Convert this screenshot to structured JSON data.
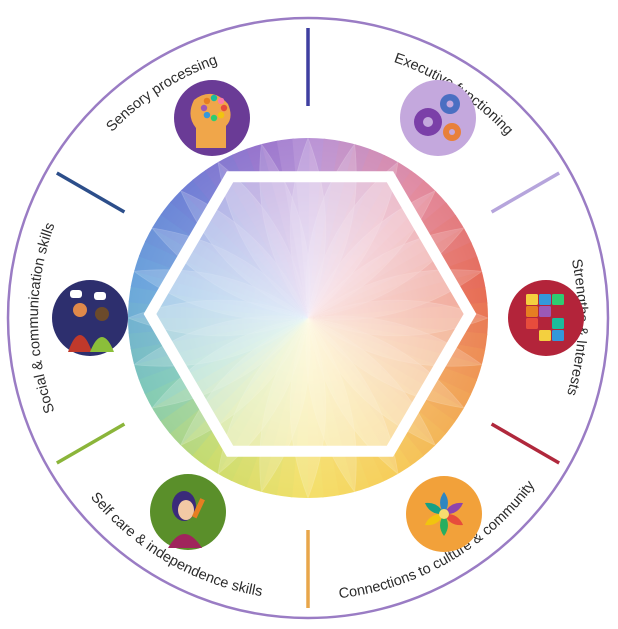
{
  "segments": [
    {
      "label": "Sensory processing",
      "icon": "head-with-brain-icon",
      "divider_color": "#3f3fa0",
      "icon_bg": "#6a3b96"
    },
    {
      "label": "Executive functioning",
      "icon": "gears-icon",
      "divider_color": "#b6a5dc",
      "icon_bg": "#c4a8dd"
    },
    {
      "label": "Strengths & Interests",
      "icon": "building-blocks-icon",
      "divider_color": "#b0283c",
      "icon_bg": "#b3243a"
    },
    {
      "label": "Connections to culture & community",
      "icon": "lotus-icon",
      "divider_color": "#e8a64a",
      "icon_bg": "#f2a13a"
    },
    {
      "label": "Self care & independence skills",
      "icon": "person-brushing-hair-icon",
      "divider_color": "#8bb53a",
      "icon_bg": "#5a8f2a"
    },
    {
      "label": "Social & communication skills",
      "icon": "two-people-talking-icon",
      "divider_color": "#2c4e8a",
      "icon_bg": "#2d2f6e"
    }
  ],
  "colors": {
    "outer_ring": "#9a7cc4",
    "hexagon_stroke": "#ffffff",
    "rainbow": [
      "#e05a4a",
      "#f0a14c",
      "#f6d85c",
      "#b7d86a",
      "#6fc0c9",
      "#6b8fd8",
      "#8a6cc9",
      "#c77ab8"
    ]
  }
}
